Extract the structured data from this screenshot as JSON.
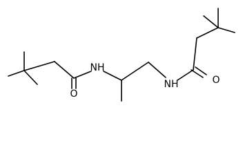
{
  "molecule": {
    "atoms": {
      "o_left": "O",
      "nh_left": "NH",
      "nh_right": "NH",
      "o_right": "O"
    }
  }
}
